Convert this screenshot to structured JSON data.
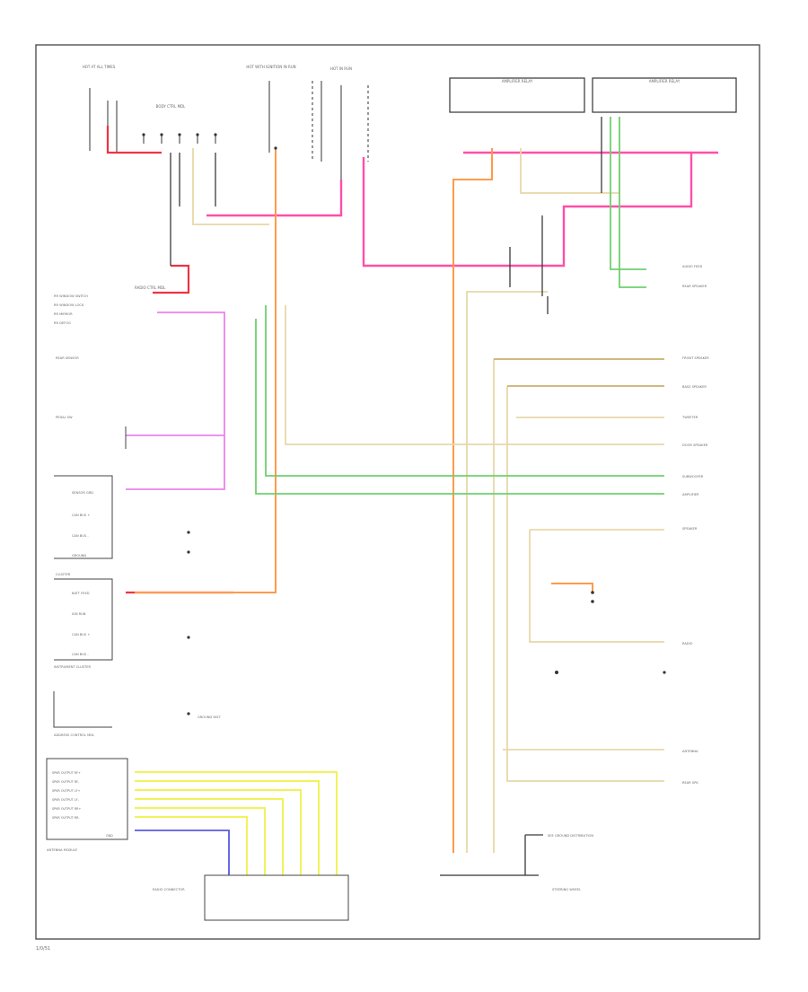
{
  "diagram": {
    "page_id": "1/0/51",
    "top_modules": {
      "left_relay_label": "BODY CTRL MDL",
      "amp_left": "AMPLIFIER RELAY",
      "amp_right": "AMPLIFIER RELAY"
    },
    "power_sources": {
      "left": "HOT AT ALL TIMES",
      "center": "HOT WITH IGNITION IN RUN",
      "right": "HOT IN RUN"
    },
    "left_side": {
      "switch_block": [
        "RR WINDOW SWITCH",
        "RR WINDOW LOCK",
        "RR MIRROR",
        "RR DEFOG"
      ],
      "switch_block_title": "RADIO CTRL MDL",
      "rear_sensor": "REAR SENSOR",
      "pedal_switch": "PEDAL SW",
      "sensor_rows": [
        "SENSOR GRD",
        "CAN BUS +",
        "CAN BUS -",
        "GROUND"
      ],
      "block3_title": "CLUSTER",
      "block3_rows": [
        "BATT FEED",
        "IGN RUN",
        "CAN BUS +",
        "CAN BUS -"
      ],
      "block3_caption": "INSTRUMENT CLUSTER",
      "control_label": "ADDRESS CONTROL MDL",
      "bottom_block_rows": [
        "SPKR OUTPUT RF+",
        "SPKR OUTPUT RF-",
        "SPKR OUTPUT LF+",
        "SPKR OUTPUT LF-",
        "SPKR OUTPUT RR+",
        "SPKR OUTPUT RR-",
        "GND"
      ],
      "bottom_block_caption": "ANTENNA MODULE",
      "connector_title": "RADIO CONNECTOR",
      "see_ground": "GROUND DIST"
    },
    "right_side": {
      "dest_labels": [
        "AUDIO FEED",
        "REAR SPEAKER",
        "FRONT SPEAKER",
        "BASS SPEAKER",
        "TWEETER",
        "DOOR SPEAKER",
        "SUBWOOFER",
        "AMPLIFIER",
        "SPEAKER",
        "RADIO",
        "ANTENNA",
        "REAR SPK"
      ],
      "bottom_connector": "STEERING WHEEL",
      "note": "SEE GROUND DISTRIBUTION"
    }
  }
}
